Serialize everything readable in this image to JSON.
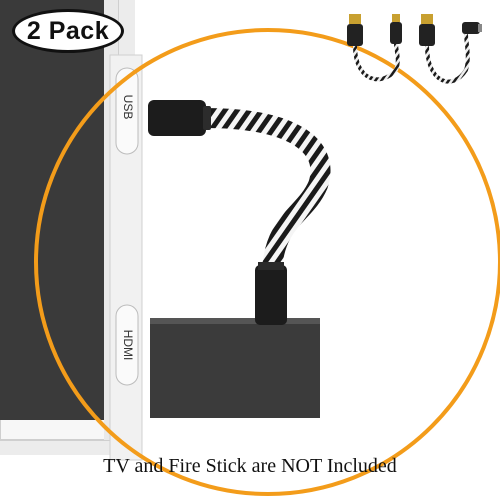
{
  "badge": {
    "text": "2 Pack"
  },
  "ports": {
    "usb_label": "USB",
    "hdmi_label": "HDMI"
  },
  "caption": {
    "text": "TV and Fire Stick are NOT Included"
  },
  "colors": {
    "circle_ring": "#f39c1a",
    "tv_screen": "#3a3a3a",
    "tv_frame": "#f4f4f4",
    "fire_stick": "#3b3b3b",
    "cable_braid_dark": "#1a1a1a",
    "cable_braid_light": "#ffffff",
    "connector_gold": "#c8a030"
  }
}
